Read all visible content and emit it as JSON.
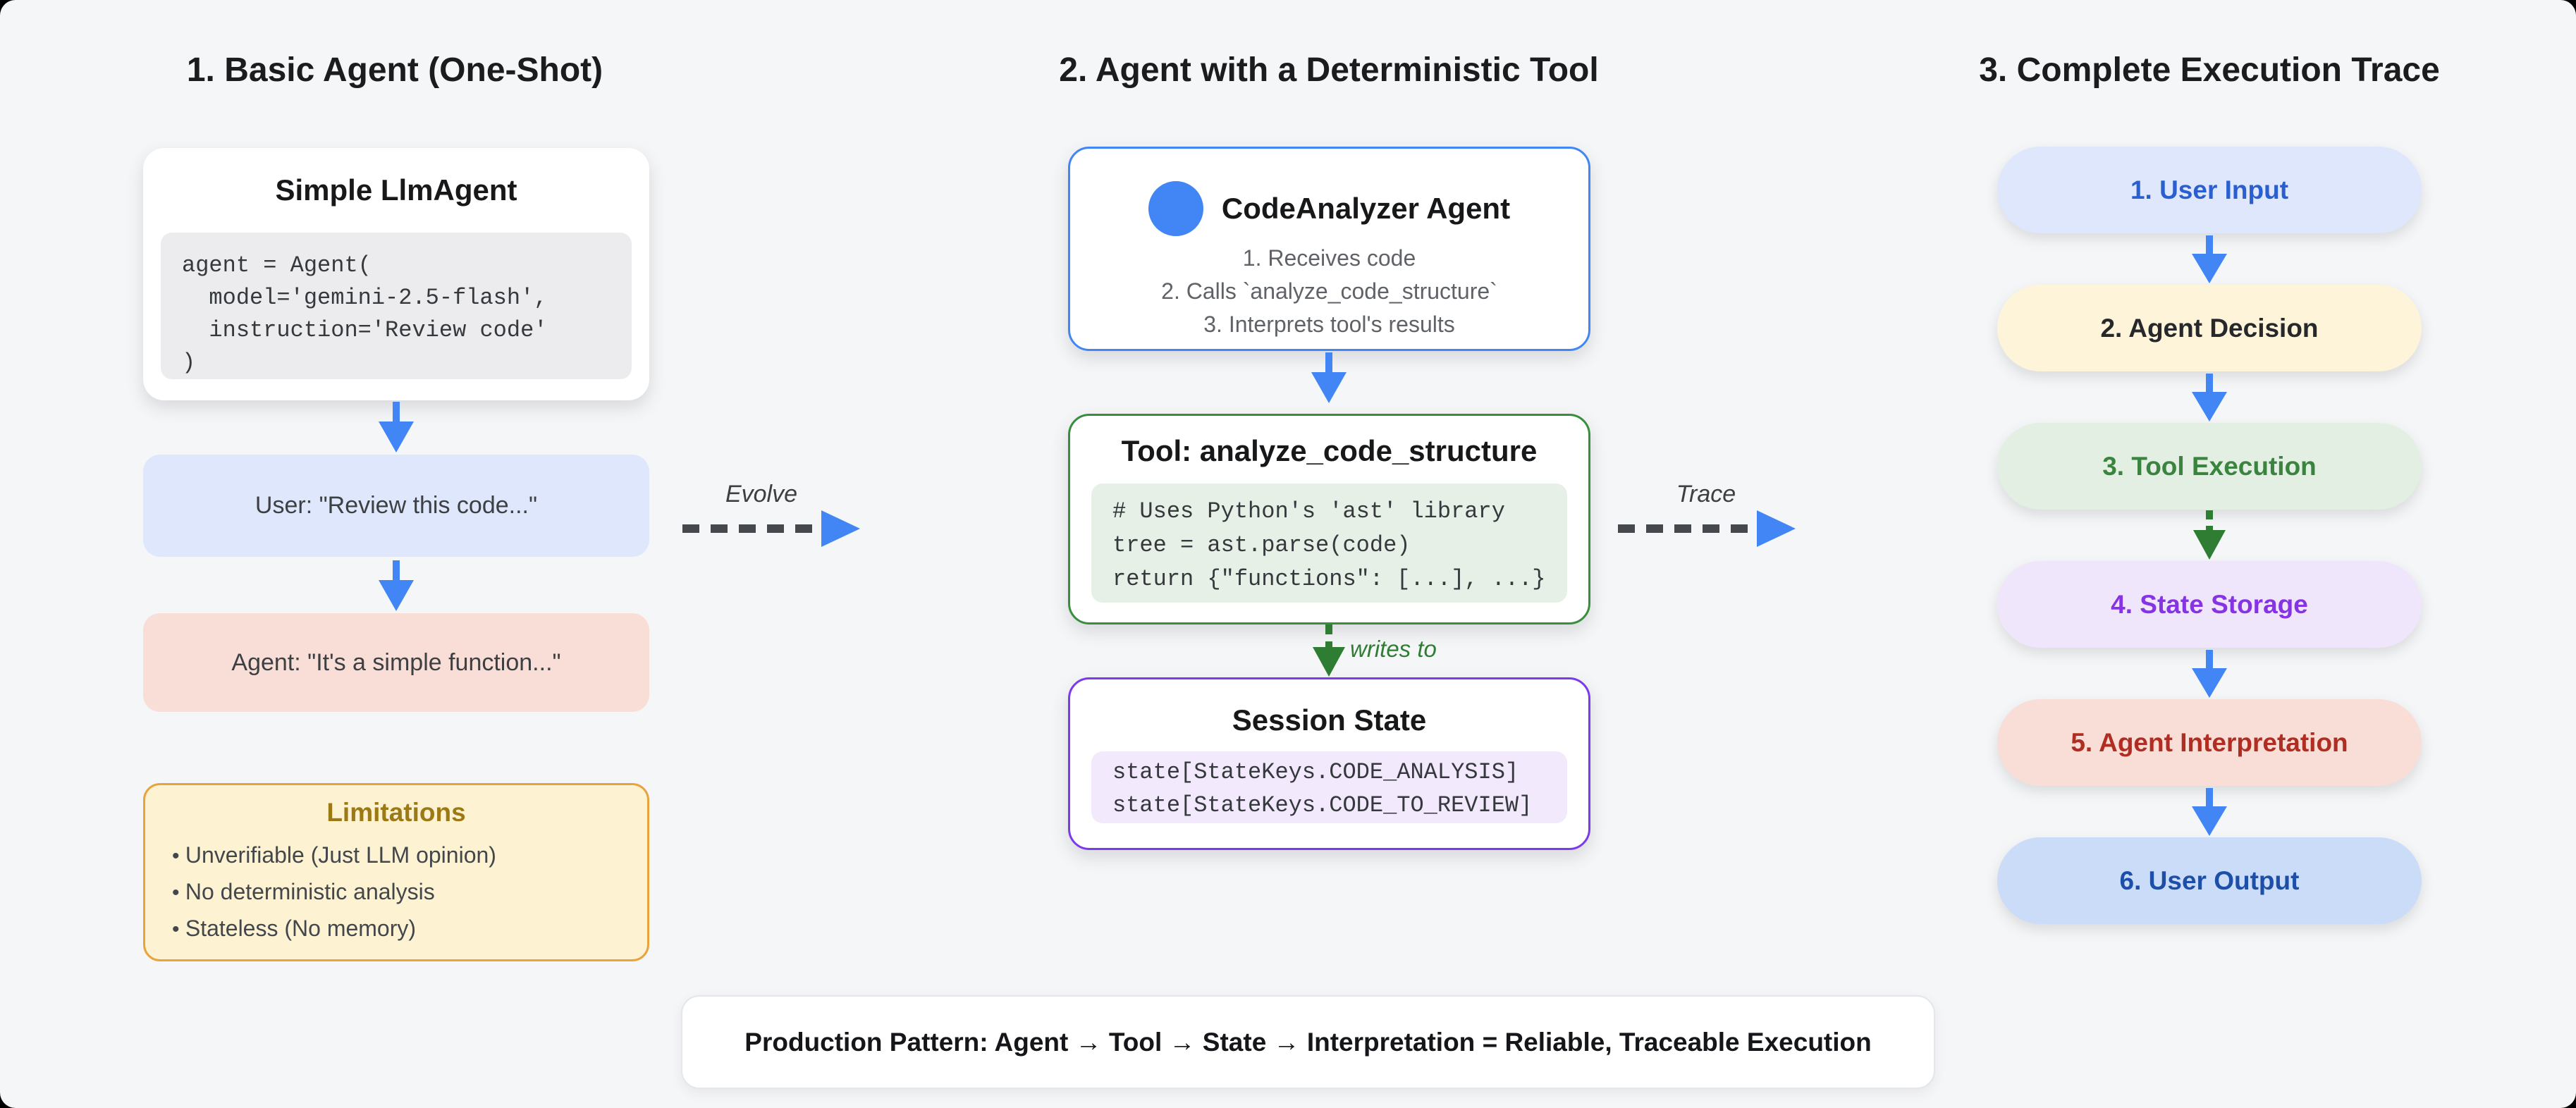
{
  "columns": {
    "basic": {
      "header": "1. Basic Agent (One-Shot)",
      "agent_card": {
        "title": "Simple LlmAgent",
        "code_lines": [
          "agent = Agent(",
          "  model='gemini-2.5-flash',",
          "  instruction='Review code'",
          ")"
        ]
      },
      "user_box": "User: \"Review this code...\"",
      "agent_box": "Agent: \"It's a simple function...\"",
      "limitations": {
        "title": "Limitations",
        "items": [
          "Unverifiable (Just LLM opinion)",
          "No deterministic analysis",
          "Stateless (No memory)"
        ]
      }
    },
    "deterministic": {
      "header": "2. Agent with a Deterministic Tool",
      "agent_card": {
        "title": "CodeAnalyzer Agent",
        "steps": [
          "1. Receives code",
          "2. Calls `analyze_code_structure`",
          "3. Interprets tool's results"
        ]
      },
      "tool_card": {
        "title": "Tool: analyze_code_structure",
        "code_lines": [
          "# Uses Python's 'ast' library",
          "tree = ast.parse(code)",
          "return {\"functions\": [...], ...}"
        ]
      },
      "writes_to_label": "writes to",
      "state_card": {
        "title": "Session State",
        "code_lines": [
          "state[StateKeys.CODE_ANALYSIS]",
          "state[StateKeys.CODE_TO_REVIEW]"
        ]
      }
    },
    "trace": {
      "header": "3. Complete Execution Trace",
      "steps": [
        {
          "label": "1. User Input",
          "bg": "#dfe7fc",
          "color": "#2a5fd0"
        },
        {
          "label": "2. Agent Decision",
          "bg": "#fdf4da",
          "color": "#26282c"
        },
        {
          "label": "3. Tool Execution",
          "bg": "#e3efe3",
          "color": "#3a8440"
        },
        {
          "label": "4. State Storage",
          "bg": "#f0e6fc",
          "color": "#8633e6"
        },
        {
          "label": "5. Agent Interpretation",
          "bg": "#f9ded8",
          "color": "#b02d22"
        },
        {
          "label": "6. User Output",
          "bg": "#cadcf8",
          "color": "#1d4fa8"
        }
      ]
    }
  },
  "transitions": {
    "evolve": "Evolve",
    "trace": "Trace"
  },
  "footer": "Production Pattern: Agent → Tool → State → Interpretation = Reliable, Traceable Execution",
  "colors": {
    "blue": "#4285f4",
    "green_border": "#388e3c",
    "green_dark": "#2e7d32",
    "purple": "#7c3aed",
    "orange_border": "#e8a33c",
    "bg": "#f5f6f8",
    "code_gray": "#ececee",
    "code_green": "#e7f0e7",
    "code_purple": "#f2e9fc"
  }
}
